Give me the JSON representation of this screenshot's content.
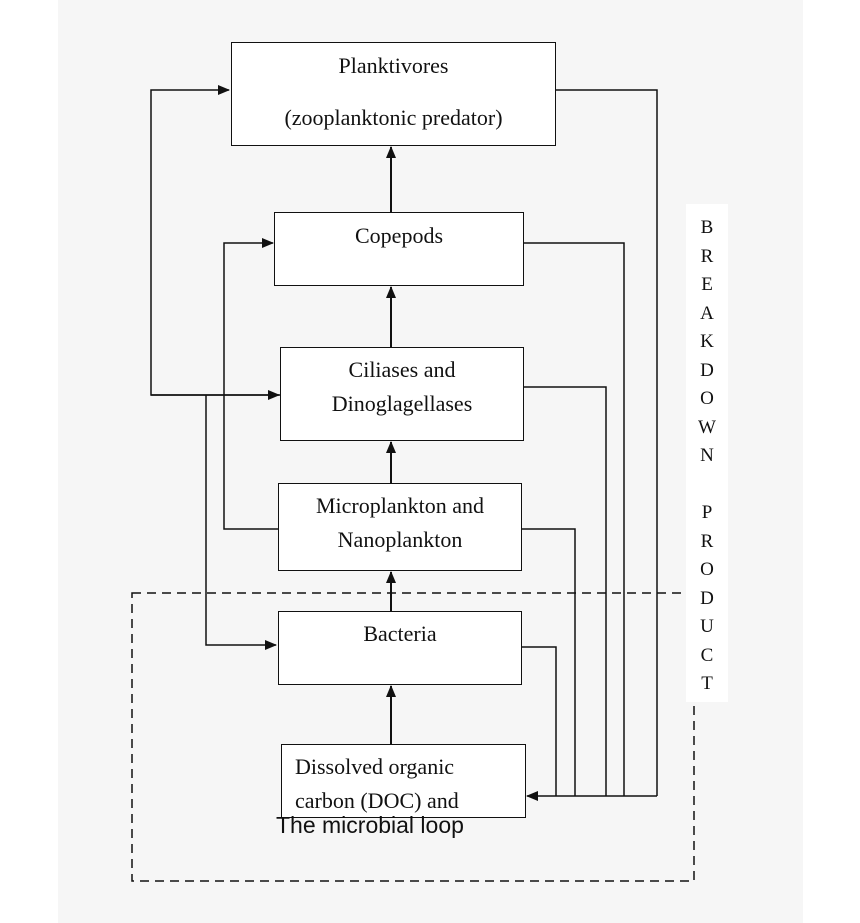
{
  "nodes": {
    "planktivores": {
      "line1": "Planktivores",
      "line2": "(zooplanktonic predator)"
    },
    "copepods": {
      "line1": "Copepods"
    },
    "ciliates": {
      "line1": "Ciliases and",
      "line2": "Dinoglagellases"
    },
    "microplankton": {
      "line1": "Microplankton and",
      "line2": "Nanoplankton"
    },
    "bacteria": {
      "line1": "Bacteria"
    },
    "doc": {
      "line1": "Dissolved organic",
      "line2": "carbon (DOC) and"
    }
  },
  "microbial_loop_label": "The microbial loop",
  "breakdown_label": {
    "letters": [
      "B",
      "R",
      "E",
      "A",
      "K",
      "D",
      "O",
      "W",
      "N",
      "",
      "P",
      "R",
      "O",
      "D",
      "U",
      "C",
      "T"
    ]
  },
  "colors": {
    "line": "#111111",
    "panel": "#f6f6f6",
    "box": "#ffffff"
  }
}
